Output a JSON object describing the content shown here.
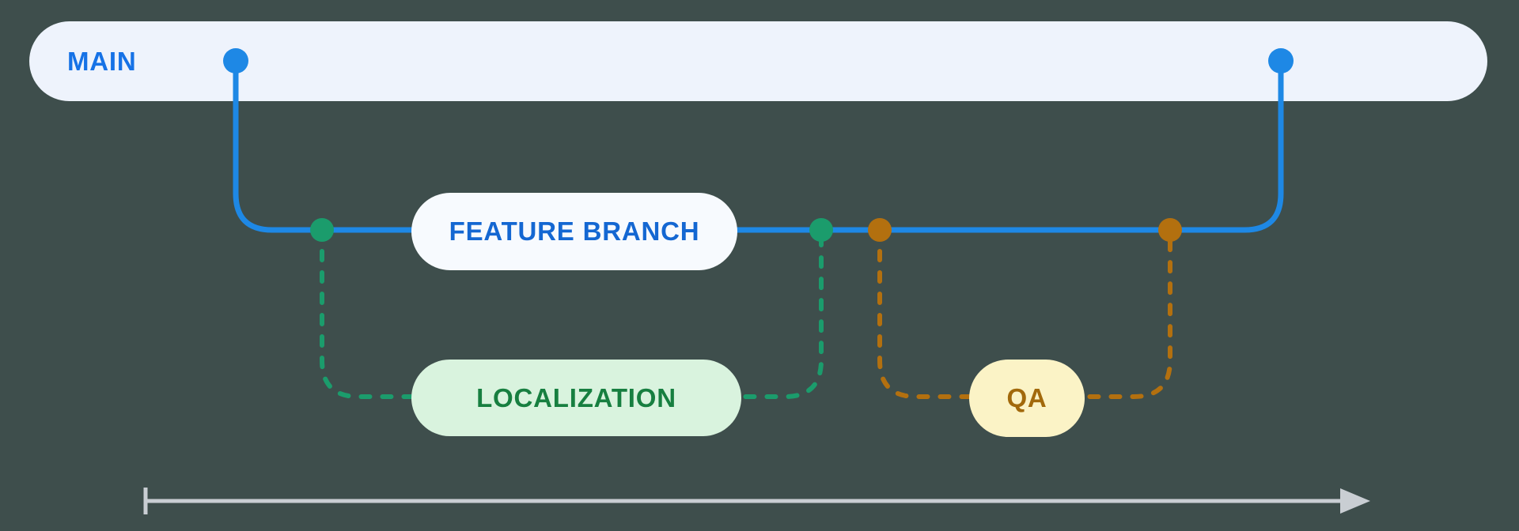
{
  "diagram": {
    "main": {
      "label": "MAIN"
    },
    "feature": {
      "label": "FEATURE BRANCH"
    },
    "localization": {
      "label": "LOCALIZATION"
    },
    "qa": {
      "label": "QA"
    }
  },
  "colors": {
    "background": "#3e4e4c",
    "main_pill_bg": "#eef3fc",
    "main_text": "#1672e6",
    "blue_line": "#1e88e5",
    "feature_pill_bg": "#f7fafe",
    "feature_text": "#1467d2",
    "green_line": "#1b9c6c",
    "localization_pill_bg": "#d9f3de",
    "localization_text": "#177f40",
    "orange_line": "#b3700f",
    "qa_pill_bg": "#fbf3c6",
    "qa_text": "#a2690b",
    "timeline": "#c9ced3"
  }
}
